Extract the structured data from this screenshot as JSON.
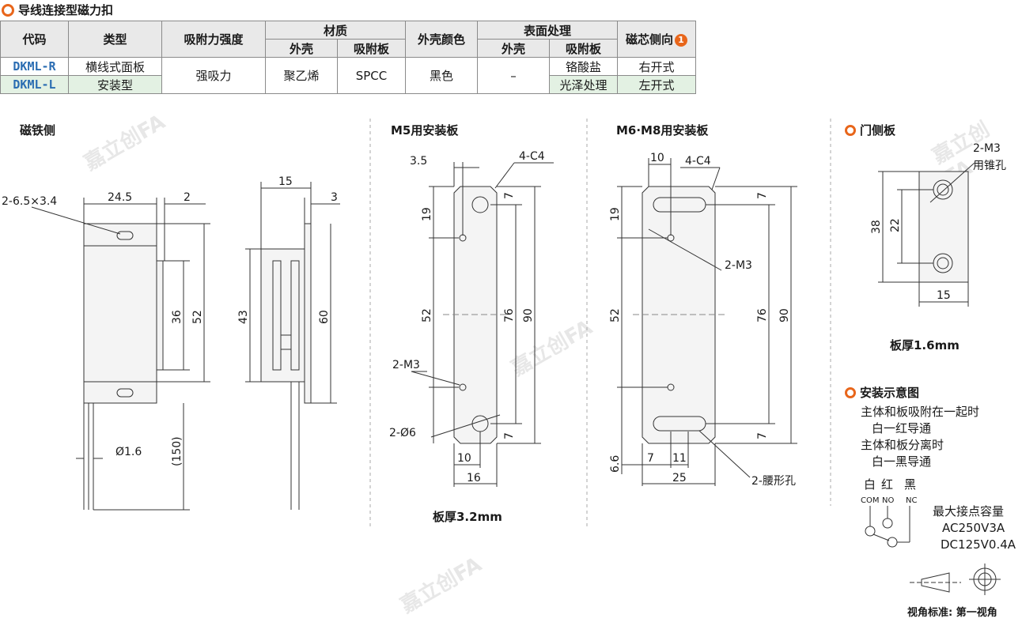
{
  "title": "导线连接型磁力扣",
  "table": {
    "headers": {
      "code": "代码",
      "type": "类型",
      "force": "吸附力强度",
      "material": "材质",
      "mat_shell": "外壳",
      "mat_plate": "吸附板",
      "color": "外壳颜色",
      "surface": "表面处理",
      "surf_shell": "外壳",
      "surf_plate": "吸附板",
      "side": "磁芯侧向",
      "side_badge": "1"
    },
    "rows": [
      {
        "code": "DKML-R",
        "type": "横线式面板",
        "surf_plate": "铬酸盐",
        "side": "右开式"
      },
      {
        "code": "DKML-L",
        "type": "安装型",
        "surf_plate": "光泽处理",
        "side": "左开式"
      }
    ],
    "shared": {
      "force": "强吸力",
      "mat_shell": "聚乙烯",
      "mat_plate": "SPCC",
      "color": "黑色",
      "surf_shell": "–"
    }
  },
  "sections": {
    "magnet_side": "磁铁侧",
    "m5_plate": "M5用安装板",
    "m6m8_plate": "M6·M8用安装板",
    "door_plate": "门侧板",
    "install": "安装示意图"
  },
  "dims": {
    "mag_holes": "2-6.5×3.4",
    "mag_w": "24.5",
    "mag_t": "2",
    "mag_36": "36",
    "mag_52": "52",
    "mag_wire": "Ø1.6",
    "mag_len": "(150)",
    "side_15": "15",
    "side_3": "3",
    "side_43": "43",
    "side_60": "60",
    "m5_35": "3.5",
    "m5_c4": "4-C4",
    "m5_19": "19",
    "m5_7a": "7",
    "m5_52": "52",
    "m5_76": "76",
    "m5_90": "90",
    "m5_m3": "2-M3",
    "m5_d6": "2-Ø6",
    "m5_7b": "7",
    "m5_10": "10",
    "m5_16": "16",
    "m6_10": "10",
    "m6_c4": "4-C4",
    "m6_19": "19",
    "m6_7a": "7",
    "m6_m3": "2-M3",
    "m6_52": "52",
    "m6_76": "76",
    "m6_90": "90",
    "m6_7b": "7",
    "m6_66": "6.6",
    "m6_7c": "7",
    "m6_11": "11",
    "m6_25": "25",
    "m6_slot": "2-腰形孔",
    "door_m3": "2-M3",
    "door_csk": "用锥孔",
    "door_38": "38",
    "door_22": "22",
    "door_15": "15"
  },
  "m5_thickness": "板厚3.2mm",
  "door_thickness": "板厚1.6mm",
  "install_notes": [
    "主体和板吸附在一起时",
    "白一红导通",
    "主体和板分离时",
    "白一黑导通"
  ],
  "wires": {
    "white": "白",
    "red": "红",
    "black": "黑",
    "com": "COM",
    "no": "NO",
    "nc": "NC"
  },
  "capacity": {
    "title": "最大接点容量",
    "ac": "AC250V3A",
    "dc": "DC125V0.4A"
  },
  "projection": "视角标准: 第一视角",
  "watermark": "嘉立创FA",
  "colors": {
    "accent": "#e8661b",
    "code": "#2b6db2",
    "row_highlight": "#e3f1e3"
  }
}
